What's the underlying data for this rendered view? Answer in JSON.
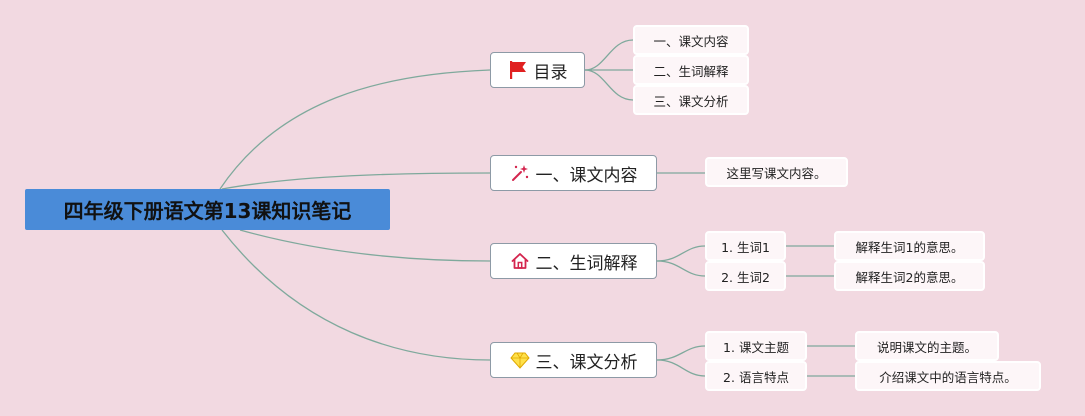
{
  "colors": {
    "background": "#f2d9e1",
    "root_fill": "#4a8bd8",
    "line": "#7fa99c"
  },
  "root": {
    "label": "四年级下册语文第13课知识笔记"
  },
  "branches": [
    {
      "label": "目录",
      "icon": "red-flag-icon",
      "children": [
        {
          "label": "一、课文内容"
        },
        {
          "label": "二、生词解释"
        },
        {
          "label": "三、课文分析"
        }
      ]
    },
    {
      "label": "一、课文内容",
      "icon": "magic-wand-icon",
      "children": [
        {
          "label": "这里写课文内容。"
        }
      ]
    },
    {
      "label": "二、生词解释",
      "icon": "house-icon",
      "children": [
        {
          "label": "1. 生词1",
          "detail": "解释生词1的意思。"
        },
        {
          "label": "2. 生词2",
          "detail": "解释生词2的意思。"
        }
      ]
    },
    {
      "label": "三、课文分析",
      "icon": "diamond-icon",
      "children": [
        {
          "label": "1. 课文主题",
          "detail": "说明课文的主题。"
        },
        {
          "label": "2. 语言特点",
          "detail": "介绍课文中的语言特点。"
        }
      ]
    }
  ]
}
